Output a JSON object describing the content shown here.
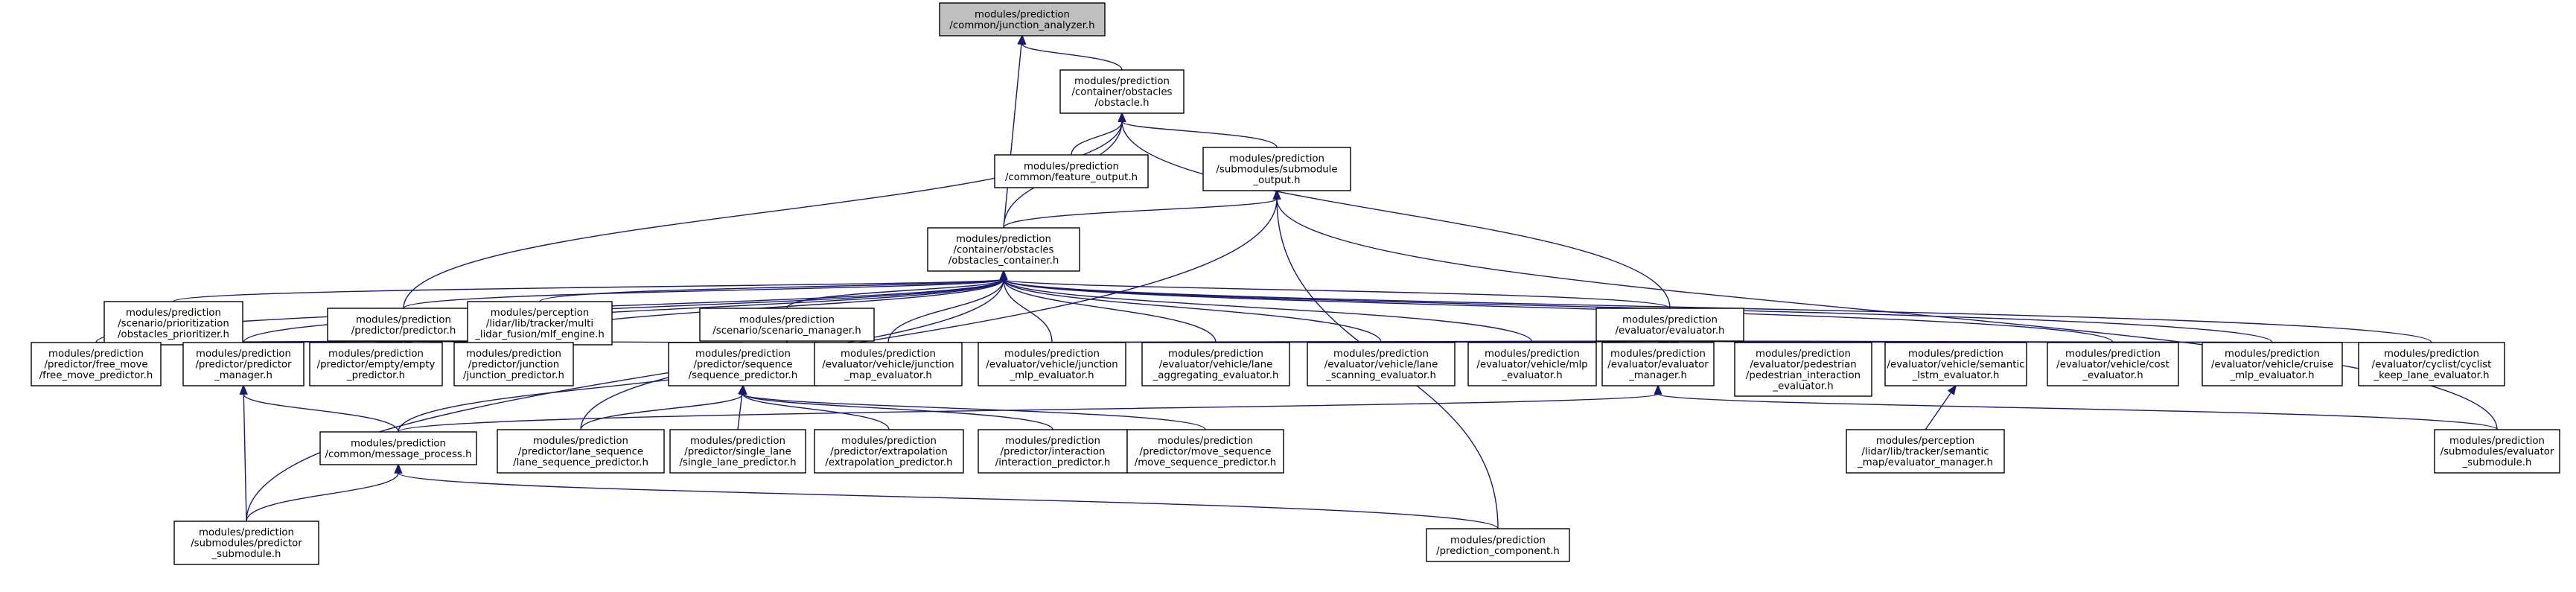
{
  "graph": {
    "kind": "include dependency graph",
    "colors": {
      "node_fill": "#ffffff",
      "root_fill": "#bfbfbf",
      "border": "#000000",
      "edge": "#191970"
    },
    "nodes": [
      {
        "id": "n0",
        "root": true,
        "lines": [
          "modules/prediction",
          "/common/junction_analyzer.h"
        ]
      },
      {
        "id": "n1",
        "lines": [
          "modules/prediction",
          "/container/obstacles",
          "/obstacle.h"
        ]
      },
      {
        "id": "n2",
        "lines": [
          "modules/prediction",
          "/common/feature_output.h"
        ]
      },
      {
        "id": "n3",
        "lines": [
          "modules/prediction",
          "/submodules/submodule",
          "_output.h"
        ]
      },
      {
        "id": "n4",
        "lines": [
          "modules/prediction",
          "/container/obstacles",
          "/obstacles_container.h"
        ]
      },
      {
        "id": "n5",
        "lines": [
          "modules/prediction",
          "/scenario/prioritization",
          "/obstacles_prioritizer.h"
        ]
      },
      {
        "id": "n6",
        "lines": [
          "modules/prediction",
          "/predictor/predictor.h"
        ]
      },
      {
        "id": "n7",
        "lines": [
          "modules/perception",
          "/lidar/lib/tracker/multi",
          "_lidar_fusion/mlf_engine.h"
        ]
      },
      {
        "id": "n8",
        "lines": [
          "modules/prediction",
          "/scenario/scenario_manager.h"
        ]
      },
      {
        "id": "n9",
        "lines": [
          "modules/prediction",
          "/evaluator/evaluator.h"
        ]
      },
      {
        "id": "n10",
        "lines": [
          "modules/prediction",
          "/predictor/free_move",
          "/free_move_predictor.h"
        ]
      },
      {
        "id": "n11",
        "lines": [
          "modules/prediction",
          "/predictor/predictor",
          "_manager.h"
        ]
      },
      {
        "id": "n12",
        "lines": [
          "modules/prediction",
          "/predictor/empty/empty",
          "_predictor.h"
        ]
      },
      {
        "id": "n13",
        "lines": [
          "modules/prediction",
          "/predictor/junction",
          "/junction_predictor.h"
        ]
      },
      {
        "id": "n14",
        "lines": [
          "modules/prediction",
          "/predictor/sequence",
          "/sequence_predictor.h"
        ]
      },
      {
        "id": "n15",
        "lines": [
          "modules/prediction",
          "/evaluator/vehicle/junction",
          "_map_evaluator.h"
        ]
      },
      {
        "id": "n16",
        "lines": [
          "modules/prediction",
          "/evaluator/vehicle/junction",
          "_mlp_evaluator.h"
        ]
      },
      {
        "id": "n17",
        "lines": [
          "modules/prediction",
          "/evaluator/vehicle/lane",
          "_aggregating_evaluator.h"
        ]
      },
      {
        "id": "n18",
        "lines": [
          "modules/prediction",
          "/evaluator/vehicle/lane",
          "_scanning_evaluator.h"
        ]
      },
      {
        "id": "n19",
        "lines": [
          "modules/prediction",
          "/evaluator/vehicle/mlp",
          "_evaluator.h"
        ]
      },
      {
        "id": "n20",
        "lines": [
          "modules/prediction",
          "/evaluator/evaluator",
          "_manager.h"
        ]
      },
      {
        "id": "n21",
        "lines": [
          "modules/prediction",
          "/evaluator/pedestrian",
          "/pedestrian_interaction",
          "_evaluator.h"
        ]
      },
      {
        "id": "n22",
        "lines": [
          "modules/prediction",
          "/evaluator/vehicle/semantic",
          "_lstm_evaluator.h"
        ]
      },
      {
        "id": "n23",
        "lines": [
          "modules/prediction",
          "/evaluator/vehicle/cost",
          "_evaluator.h"
        ]
      },
      {
        "id": "n24",
        "lines": [
          "modules/prediction",
          "/evaluator/vehicle/cruise",
          "_mlp_evaluator.h"
        ]
      },
      {
        "id": "n25",
        "lines": [
          "modules/prediction",
          "/evaluator/cyclist/cyclist",
          "_keep_lane_evaluator.h"
        ]
      },
      {
        "id": "n26",
        "lines": [
          "modules/prediction",
          "/common/message_process.h"
        ]
      },
      {
        "id": "n27",
        "lines": [
          "modules/prediction",
          "/predictor/lane_sequence",
          "/lane_sequence_predictor.h"
        ]
      },
      {
        "id": "n28",
        "lines": [
          "modules/prediction",
          "/predictor/single_lane",
          "/single_lane_predictor.h"
        ]
      },
      {
        "id": "n29",
        "lines": [
          "modules/prediction",
          "/predictor/extrapolation",
          "/extrapolation_predictor.h"
        ]
      },
      {
        "id": "n30",
        "lines": [
          "modules/prediction",
          "/predictor/interaction",
          "/interaction_predictor.h"
        ]
      },
      {
        "id": "n31",
        "lines": [
          "modules/prediction",
          "/predictor/move_sequence",
          "/move_sequence_predictor.h"
        ]
      },
      {
        "id": "n32",
        "lines": [
          "modules/perception",
          "/lidar/lib/tracker/semantic",
          "_map/evaluator_manager.h"
        ]
      },
      {
        "id": "n33",
        "lines": [
          "modules/prediction",
          "/submodules/evaluator",
          "_submodule.h"
        ]
      },
      {
        "id": "n34",
        "lines": [
          "modules/prediction",
          "/submodules/predictor",
          "_submodule.h"
        ]
      },
      {
        "id": "n35",
        "lines": [
          "modules/prediction",
          "/prediction_component.h"
        ]
      }
    ],
    "edges": [
      [
        "n1",
        "n0"
      ],
      [
        "n4",
        "n0"
      ],
      [
        "n2",
        "n1"
      ],
      [
        "n3",
        "n1"
      ],
      [
        "n4",
        "n1"
      ],
      [
        "n6",
        "n1"
      ],
      [
        "n9",
        "n1"
      ],
      [
        "n4",
        "n3"
      ],
      [
        "n33",
        "n3"
      ],
      [
        "n34",
        "n3"
      ],
      [
        "n35",
        "n3"
      ],
      [
        "n5",
        "n4"
      ],
      [
        "n6",
        "n4"
      ],
      [
        "n7",
        "n4"
      ],
      [
        "n8",
        "n4"
      ],
      [
        "n9",
        "n4"
      ],
      [
        "n10",
        "n4"
      ],
      [
        "n11",
        "n4"
      ],
      [
        "n12",
        "n4"
      ],
      [
        "n13",
        "n4"
      ],
      [
        "n15",
        "n4"
      ],
      [
        "n16",
        "n4"
      ],
      [
        "n17",
        "n4"
      ],
      [
        "n18",
        "n4"
      ],
      [
        "n19",
        "n4"
      ],
      [
        "n23",
        "n4"
      ],
      [
        "n24",
        "n4"
      ],
      [
        "n25",
        "n4"
      ],
      [
        "n27",
        "n4"
      ],
      [
        "n10",
        "n6"
      ],
      [
        "n11",
        "n6"
      ],
      [
        "n12",
        "n6"
      ],
      [
        "n13",
        "n6"
      ],
      [
        "n14",
        "n6"
      ],
      [
        "n26",
        "n8"
      ],
      [
        "n15",
        "n9"
      ],
      [
        "n16",
        "n9"
      ],
      [
        "n17",
        "n9"
      ],
      [
        "n18",
        "n9"
      ],
      [
        "n19",
        "n9"
      ],
      [
        "n20",
        "n9"
      ],
      [
        "n21",
        "n9"
      ],
      [
        "n22",
        "n9"
      ],
      [
        "n23",
        "n9"
      ],
      [
        "n24",
        "n9"
      ],
      [
        "n25",
        "n9"
      ],
      [
        "n26",
        "n11"
      ],
      [
        "n34",
        "n11"
      ],
      [
        "n27",
        "n14"
      ],
      [
        "n28",
        "n14"
      ],
      [
        "n29",
        "n14"
      ],
      [
        "n30",
        "n14"
      ],
      [
        "n31",
        "n14"
      ],
      [
        "n26",
        "n20"
      ],
      [
        "n33",
        "n20"
      ],
      [
        "n32",
        "n22"
      ],
      [
        "n34",
        "n26"
      ],
      [
        "n35",
        "n26"
      ]
    ]
  }
}
